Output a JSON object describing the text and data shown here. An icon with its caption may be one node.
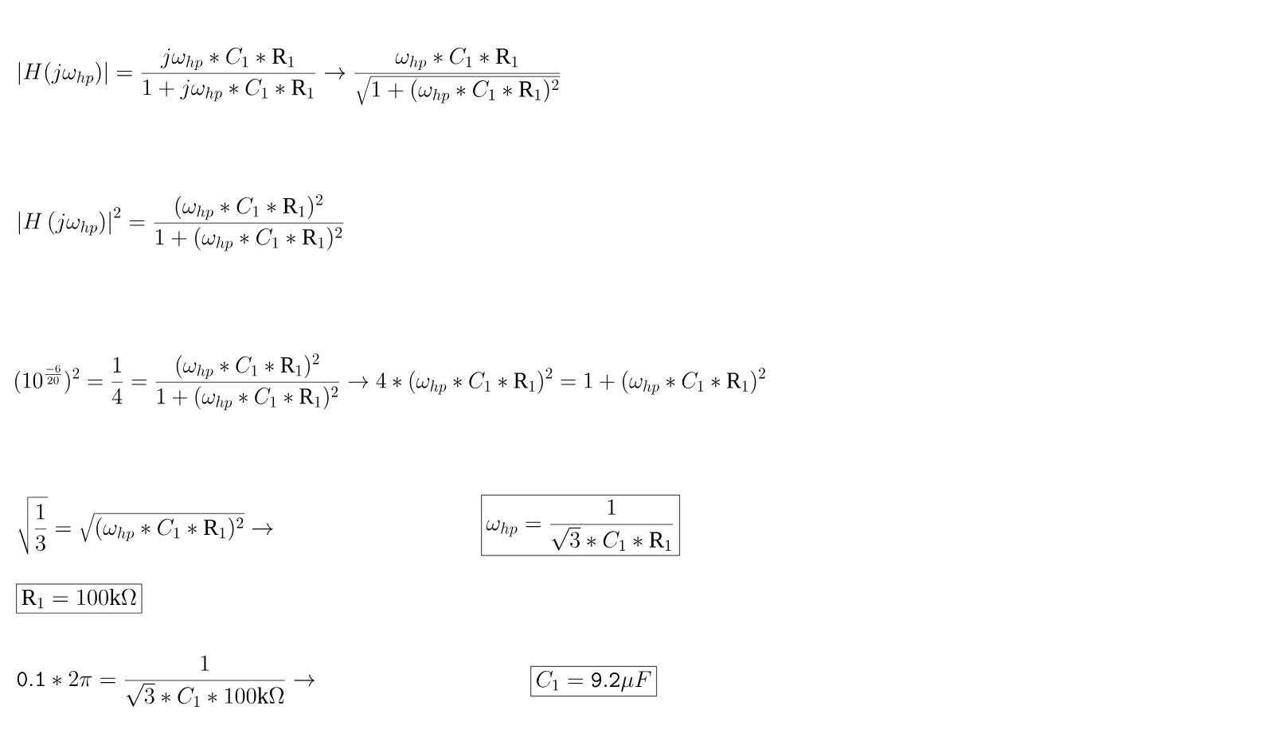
{
  "diagram": {
    "nodes": [
      {
        "text": [
          "\\omega_{hp} = \\frac{1}{\\sqrt{3}*C_1*\\mathrm{R}_1}"
        ]
      },
      {
        "text": [
          "\\mathrm{R}_1 = 100\\mathrm{k}\\Omega"
        ]
      },
      {
        "text": [
          "C_1 = \\mathtt{9.2}\\mu F"
        ]
      }
    ],
    "labels": [
      "\\left|H(j\\omega_{hp})\\right| = \\frac{j\\omega_{hp}*C_1*\\mathrm{R}_1}{1+j\\omega_{hp}*C_1*\\mathrm{R}_1} \\rightarrow \\frac{\\omega_{hp}*C_1*\\mathrm{R}_1}{\\sqrt{1+(\\omega_{hp}*C_1*\\mathrm{R}_1)^2}}",
      "\\left|H\\left(j\\omega_{hp}\\right)\\right|^2 = \\frac{(\\omega_{hp}*C_1*\\mathrm{R}_1)^2}{1+(\\omega_{hp}*C_1*\\mathrm{R}_1)^2}",
      "(10^{\\frac{-6}{20}})^2 = \\frac{1}{4} = \\frac{(\\omega_{hp}*C_1*\\mathrm{R}_1)^2}{1 + (\\omega_{hp}*C_1*\\mathrm{R}_1)^2} \\rightarrow 4*(\\omega_{hp}*C_1*\\mathrm{R}_1)^2 = 1 + (\\omega_{hp}*C_1*\\mathrm{R}_1)^2",
      "\\sqrt{\\frac{1}{3}} = \\sqrt{(\\omega_{hp}*C_1*\\mathrm{R}_1)^2} \\rightarrow",
      "\\mathtt{0.1} * 2\\pi = \\frac{1}{\\sqrt{3}*C_1*100\\mathrm{k}\\Omega} \\rightarrow"
    ]
  }
}
